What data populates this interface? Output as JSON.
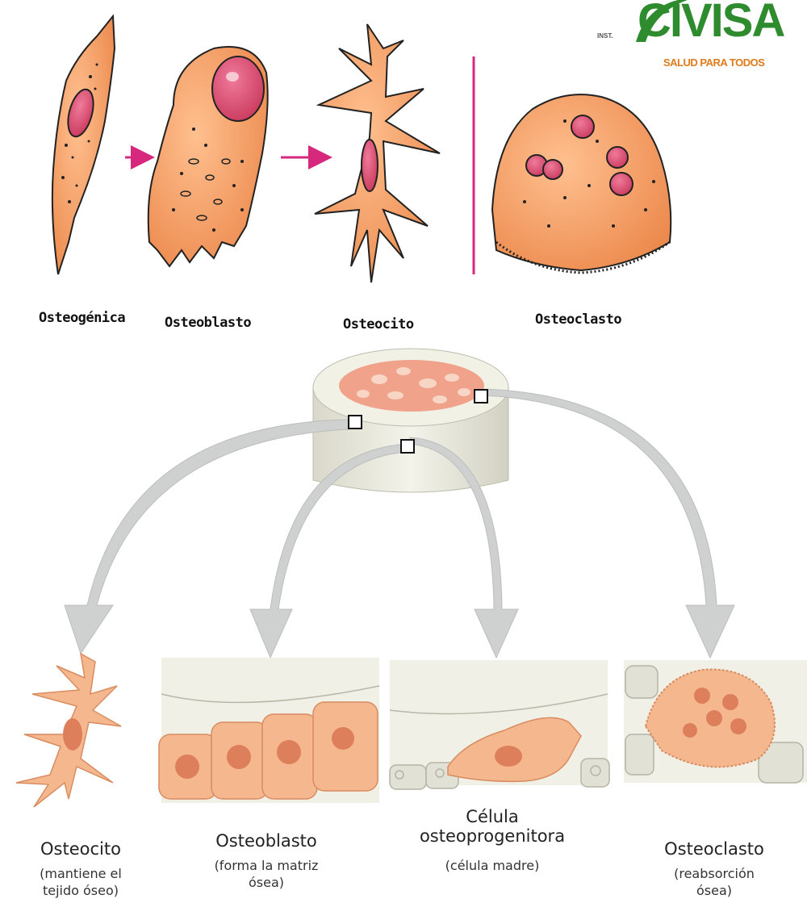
{
  "logo": {
    "prefix": "INST.",
    "name": "CIVISA",
    "tagline": "SALUD PARA TODOS"
  },
  "top_labels": [
    "Osteogénica",
    "Osteoblasto",
    "Osteocito",
    "Osteoclasto"
  ],
  "bottom_cells": [
    {
      "title": "Osteocito",
      "desc": "(mantiene el tejido óseo)"
    },
    {
      "title": "Osteoblasto",
      "desc": "(forma la matriz ósea)"
    },
    {
      "title": "Célula osteoprogenitora",
      "desc": "(célula madre)"
    },
    {
      "title": "Osteoclasto",
      "desc": "(reabsorción ósea)"
    }
  ],
  "colors": {
    "cell_fill": "#f2a068",
    "cell_stroke": "#222222",
    "nucleus": "#d8476a",
    "arrow_magenta": "#d6287c",
    "logo_green": "#2e8b2e",
    "logo_orange": "#e07a1a",
    "soft_cell": "#f5b78e",
    "soft_nucleus": "#de7f5c",
    "gray_arrow": "#cfd0d0",
    "bone": "#ecebe0"
  }
}
